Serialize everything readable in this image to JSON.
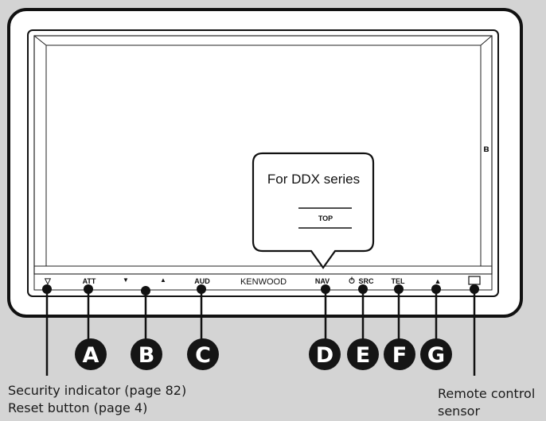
{
  "callout": {
    "title": "For DDX series",
    "top_label": "TOP"
  },
  "panel_labels": {
    "indicator_glyph": "▽",
    "att": "ATT",
    "down": "▼",
    "up": "▲",
    "aud": "AUD",
    "brand": "KENWOOD",
    "nav": "NAV",
    "src": "SRC",
    "tel": "TEL",
    "eject": "▲",
    "bluetooth_glyph": "ʙ"
  },
  "markers": [
    "A",
    "B",
    "C",
    "D",
    "E",
    "F",
    "G"
  ],
  "captions": {
    "security_indicator": "Security indicator (page 82)",
    "reset_button": "Reset button (page 4)",
    "remote_sensor_line1": "Remote control",
    "remote_sensor_line2": "sensor"
  },
  "colors": {
    "background": "#d4d4d4",
    "frame": "#ffffff",
    "frame_stroke": "#111111",
    "marker_fill": "#151515",
    "marker_text": "#ffffff"
  }
}
